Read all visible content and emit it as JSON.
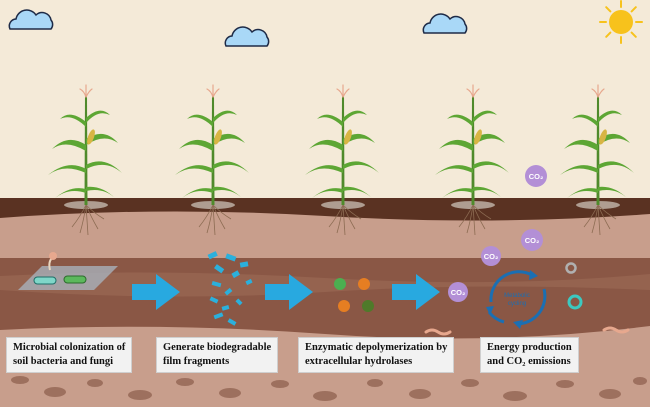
{
  "stages": [
    {
      "line1": "Microbial colonization of",
      "line2": "soil bacteria and fungi"
    },
    {
      "line1": "Generate biodegradable",
      "line2": "film fragments"
    },
    {
      "line1": "Enzymatic depolymerization by",
      "line2": "extracellular hydrolases"
    },
    {
      "line1": "Energy production",
      "line2": "and CO₂ emissions"
    }
  ],
  "co2_label": "CO₂",
  "cycle_label_1": "Metabolic",
  "cycle_label_2": "cycling",
  "colors": {
    "sky": "#f4ead8",
    "cloud": "#a9d8f7",
    "sun": "#f7c21c",
    "soil_dark": "#5a3222",
    "soil_mid": "#8a5745",
    "soil_light": "#c89e8c",
    "arrow": "#28a9e0",
    "co2": "#b38fd6"
  }
}
